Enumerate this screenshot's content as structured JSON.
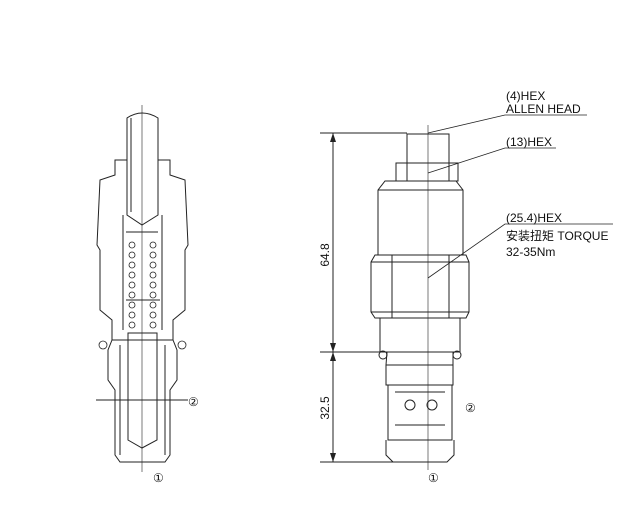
{
  "labels": {
    "allen_hex": "(4)HEX",
    "allen_head": "ALLEN HEAD",
    "hex13": "(13)HEX",
    "hex25": "(25.4)HEX",
    "torque": "安装扭矩 TORQUE",
    "torque_value": "32-35Nm"
  },
  "dimensions": {
    "total_height": "64.8",
    "cartridge_height": "32.5"
  },
  "ports": {
    "port1": "①",
    "port2": "②"
  }
}
